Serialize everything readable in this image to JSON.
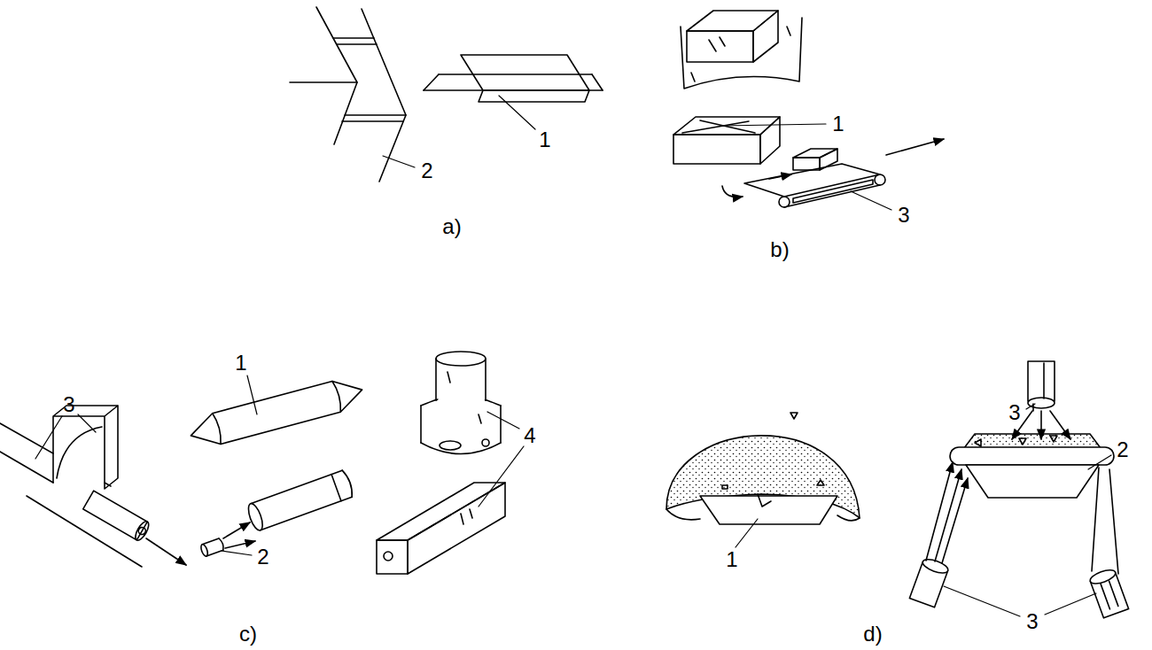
{
  "diagram": {
    "labels": [
      "2",
      "1",
      "a)",
      "1",
      "3",
      "b)",
      "3",
      "1",
      "4",
      "2",
      "c)",
      "3",
      "2",
      "1",
      "3",
      "d)"
    ]
  }
}
